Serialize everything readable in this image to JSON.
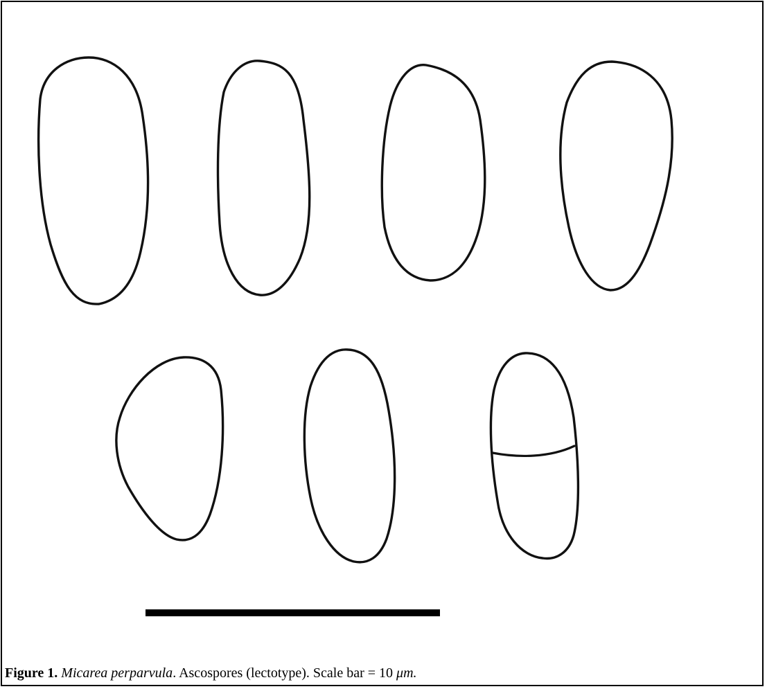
{
  "figure": {
    "caption": {
      "label": "Figure 1.",
      "species": "Micarea perparvula",
      "after_species": ". Ascospores (lectotype). Scale bar = 10 ",
      "unit": "μm."
    },
    "scale_bar": {
      "length_value": 10,
      "unit": "μm"
    },
    "spores": [
      {
        "row": 1,
        "position": 1,
        "septate": false
      },
      {
        "row": 1,
        "position": 2,
        "septate": false
      },
      {
        "row": 1,
        "position": 3,
        "septate": false
      },
      {
        "row": 1,
        "position": 4,
        "septate": false
      },
      {
        "row": 2,
        "position": 1,
        "septate": false
      },
      {
        "row": 2,
        "position": 2,
        "septate": false
      },
      {
        "row": 2,
        "position": 3,
        "septate": true
      }
    ],
    "colors": {
      "outline": "#111111",
      "background": "#ffffff",
      "frame": "#000000"
    }
  }
}
